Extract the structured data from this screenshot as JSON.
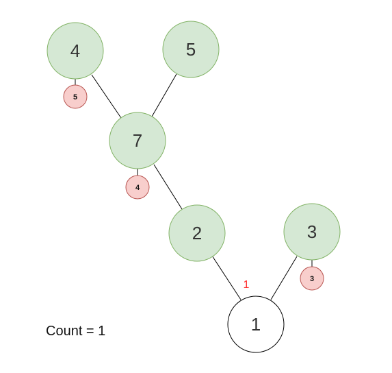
{
  "nodes": {
    "n4": {
      "label": "4",
      "badge": "5"
    },
    "n5": {
      "label": "5"
    },
    "n7": {
      "label": "7",
      "badge": "4"
    },
    "n2": {
      "label": "2"
    },
    "n3": {
      "label": "3",
      "badge": "3"
    },
    "n1": {
      "label": "1"
    }
  },
  "edge_label": "1",
  "count_text": "Count = 1",
  "colors": {
    "node_fill": "#d5e8d4",
    "node_stroke": "#82b366",
    "badge_fill": "#f8cecc",
    "badge_stroke": "#b85450",
    "root_fill": "#ffffff",
    "root_stroke": "#000000",
    "edge_label_color": "#ff2a2a"
  }
}
